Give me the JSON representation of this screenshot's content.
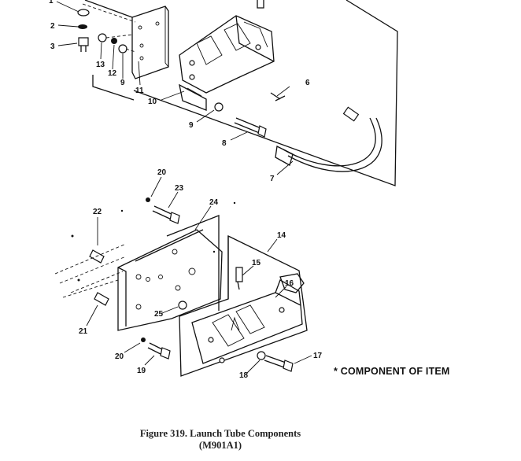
{
  "callouts": {
    "c1": "1",
    "c2": "2",
    "c3": "3",
    "c6": "6",
    "c7": "7",
    "c8": "8",
    "c9a": "9",
    "c9b": "9",
    "c10": "10",
    "c11": "11",
    "c12": "12",
    "c13": "13",
    "c14": "14",
    "c15": "15",
    "c16": "16",
    "c17": "17",
    "c18": "18",
    "c19": "19",
    "c20a": "20",
    "c20b": "20",
    "c21": "21",
    "c22": "22",
    "c23": "23",
    "c24": "24",
    "c25": "25"
  },
  "note": "* COMPONENT OF ITEM",
  "caption": {
    "line1": "Figure 319. Launch Tube Components",
    "line2": "(M901A1)"
  }
}
